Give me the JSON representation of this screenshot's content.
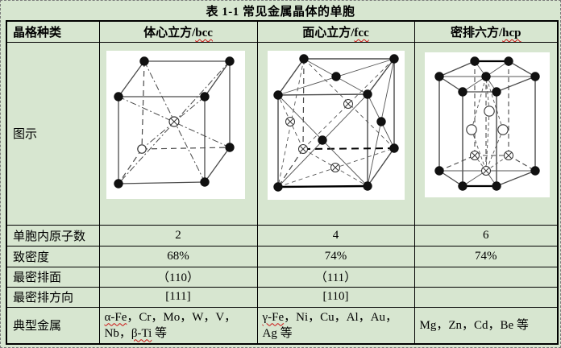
{
  "page": {
    "title": "表 1-1 常见金属晶体的单胞",
    "background_color": "#d7e6d0",
    "border_color": "#000000",
    "spellcheck_underline_color": "#cc1111"
  },
  "table": {
    "corner_header": "晶格种类",
    "column_headers": [
      {
        "segments": [
          {
            "t": "体心立方/"
          },
          {
            "t": "bcc",
            "w": true
          }
        ]
      },
      {
        "segments": [
          {
            "t": "面心立方/"
          },
          {
            "t": "fcc",
            "w": true
          }
        ]
      },
      {
        "segments": [
          {
            "t": "密排六方/"
          },
          {
            "t": "hcp",
            "w": true
          }
        ]
      }
    ],
    "diagram_row": {
      "label": "图示",
      "diagrams": [
        "bcc-unit-cell-diagram",
        "fcc-unit-cell-diagram",
        "hcp-unit-cell-diagram"
      ]
    },
    "data_rows": [
      {
        "label": "单胞内原子数",
        "values": [
          "2",
          "4",
          "6"
        ]
      },
      {
        "label": "致密度",
        "values": [
          "68%",
          "74%",
          "74%"
        ]
      },
      {
        "label": "最密排面",
        "values": [
          "（110）",
          "（111）",
          ""
        ]
      },
      {
        "label": "最密排方向",
        "values": [
          "[111]",
          "[110]",
          ""
        ]
      }
    ],
    "metals_row": {
      "label": "典型金属",
      "cells": [
        {
          "segments": [
            {
              "t": "α-Fe",
              "w": true
            },
            {
              "t": "，Cr，Mo，W，V，Nb，"
            },
            {
              "t": "β-Ti",
              "w": true
            },
            {
              "t": " 等"
            }
          ]
        },
        {
          "segments": [
            {
              "t": "γ-Fe",
              "w": true
            },
            {
              "t": "，Ni，Cu，Al，Au，Ag 等"
            }
          ]
        },
        {
          "segments": [
            {
              "t": "Mg，Zn，Cd，Be 等"
            }
          ]
        }
      ]
    }
  }
}
